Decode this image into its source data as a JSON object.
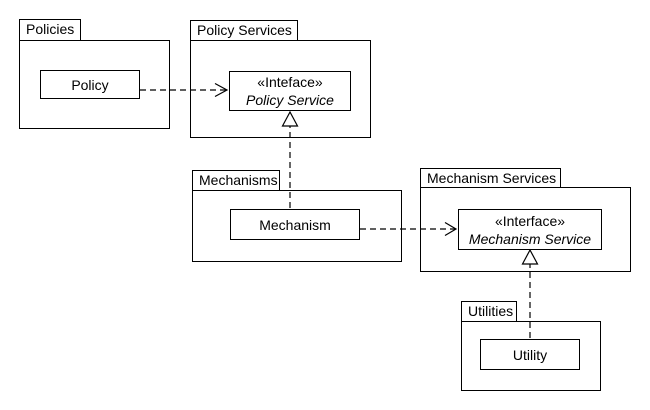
{
  "diagram": {
    "type": "uml-package-diagram",
    "background_color": "#ffffff",
    "line_color": "#000000",
    "packages": [
      {
        "label": "Policies"
      },
      {
        "label": "Policy Services"
      },
      {
        "label": "Mechanisms"
      },
      {
        "label": "Mechanism Services"
      },
      {
        "label": "Utilities"
      }
    ],
    "classes": [
      {
        "label": "Policy"
      },
      {
        "stereotype": "«Inteface»",
        "name": "Policy Service"
      },
      {
        "label": "Mechanism"
      },
      {
        "stereotype": "«Interface»",
        "name": "Mechanism Service"
      },
      {
        "label": "Utility"
      }
    ],
    "relationships": [
      {
        "type": "dependency",
        "from": "Policy",
        "to": "Policy Service",
        "style": "dashed-open-arrow"
      },
      {
        "type": "realization",
        "from": "Mechanism",
        "to": "Policy Service",
        "style": "dashed-hollow-triangle"
      },
      {
        "type": "dependency",
        "from": "Mechanism",
        "to": "Mechanism Service",
        "style": "dashed-open-arrow"
      },
      {
        "type": "realization",
        "from": "Utility",
        "to": "Mechanism Service",
        "style": "dashed-hollow-triangle"
      }
    ]
  }
}
